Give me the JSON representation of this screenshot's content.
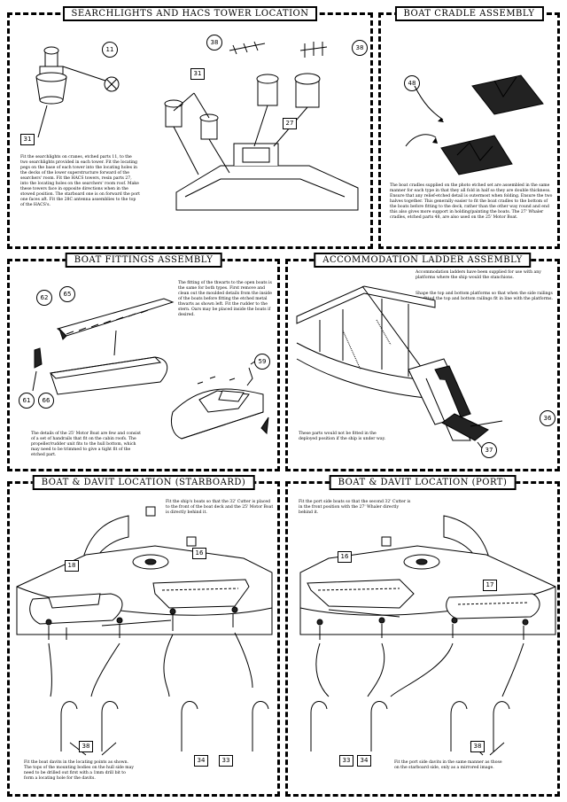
{
  "panels": {
    "searchlights": {
      "title": "SEARCHLIGHTS AND HACS TOWER LOCATION",
      "text": "Fit the searchlights on cranes, etched parts 11, to the two searchlights provided in each tower. Fit the locating pegs on the base of each tower into the locating holes in the decks of the lower superstructure forward of the searchers' room. Fit the HACS towers, resin parts 27, into the locating holes on the searchers' room roof. Make these towers face in opposite directions when in the stowed position. The starboard one is on forward the port one faces aft. Fit the 28C antenna assemblies to the top of the HACS's.",
      "callouts": [
        "11",
        "31",
        "31",
        "38",
        "38",
        "27"
      ]
    },
    "cradle": {
      "title": "BOAT CRADLE ASSEMBLY",
      "text": "The boat cradles supplied on the photo etched set are assembled in the same manner for each type in that they all fold in half so they are double thickness. Ensure that any relief-etched detail is outermost when folding. Ensure the two halves together. This generally easier to fit the boat cradles to the bottom of the boats before fitting to the deck, rather than the other way round and end this also gives more support in holding/painting the boats. The 27' Whaler cradles, etched parts 48, are also used on the 25' Motor Boat.",
      "callouts": [
        "48"
      ]
    },
    "fittings": {
      "title": "BOAT FITTINGS ASSEMBLY",
      "text1": "The fitting of the thwarts to the open boats is the same for both types. First remove and clean out the moulded details from the inside of the boats before fitting the etched metal thwarts as shown left. Fit the rudder to the stern. Oars may be placed inside the boats if desired.",
      "text2": "The details of the 25' Motor Boat are few and consist of a set of handrails that fit on the cabin roofs. The propeller/rudder unit fits to the hull bottom, which may need to be trimmed to give a tight fit of the etched part.",
      "callouts": [
        "62",
        "65",
        "61",
        "66",
        "59"
      ]
    },
    "ladder": {
      "title": "ACCOMMODATION LADDER ASSEMBLY",
      "text1": "Accommodation ladders have been supplied for use with any platforms where the ship would the stanchions.",
      "text1b": "Shape the top and bottom platforms so that when the side railings are fitted the top and bottom railings fit in line with the platforms.",
      "text2": "These parts would not be fitted in the deployed position if the ship is under way.",
      "callouts": [
        "36",
        "37"
      ]
    },
    "starboard": {
      "title": "BOAT & DAVIT LOCATION (STARBOARD)",
      "text1": "Fit the ship's boats so that the 32' Cutter is placed to the front of the boat deck and the 25' Motor Boat is directly behind it.",
      "text2": "Fit the boat davits in the locating points as shown. The tops of the mounting bodies on the hull side may need to be drilled out first with a 1mm drill bit to form a locating hole for the davits.",
      "callouts": [
        "16",
        "18",
        "38",
        "34",
        "33"
      ]
    },
    "port": {
      "title": "BOAT & DAVIT LOCATION (PORT)",
      "text1": "Fit the port side boats so that the second 32' Cutter is in the front position with the 27' Whaler directly behind it.",
      "text2": "Fit the port side davits in the same manner as those on the starboard side, only as a mirrored image.",
      "callouts": [
        "16",
        "17",
        "33",
        "34",
        "38"
      ]
    }
  }
}
